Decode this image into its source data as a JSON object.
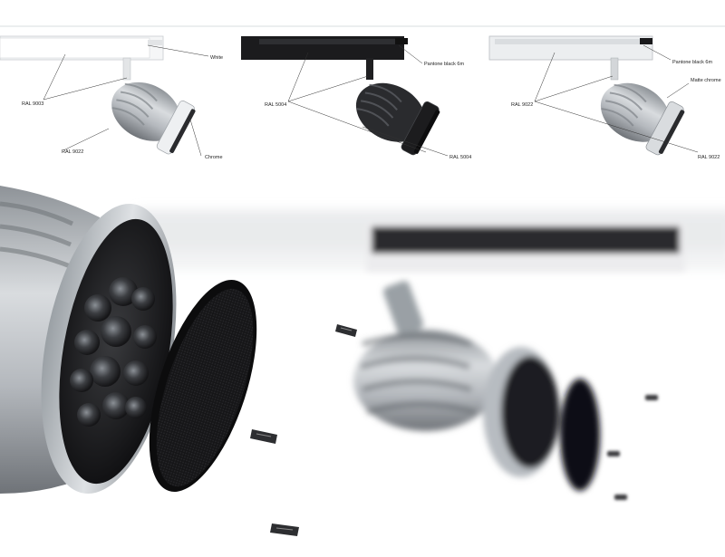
{
  "variants": [
    {
      "rail_color_label": "RAL 9003",
      "body_color_label": "RAL 9022",
      "adapter_color_label": "White",
      "ring_color_label": "Chrome",
      "rail_fill": "#f4f5f6",
      "body_fill": "#cfd3d7",
      "ring_fill": "#e8eaec"
    },
    {
      "rail_color_label": "RAL 5004",
      "body_color_label": "RAL 5004",
      "adapter_color_label": "Pantone black 6m",
      "rail_fill": "#1a1a1c",
      "body_fill": "#2b2c2f",
      "ring_fill": "#1b1b1d"
    },
    {
      "rail_color_label": "RAL 9022",
      "body_color_label": "RAL 9022",
      "adapter_color_label": "Pantone black 6m",
      "ring_color_label": "Matte chrome",
      "rail_fill": "#e9eaec",
      "body_fill": "#c7cbcf",
      "ring_fill": "#d6d9dc"
    }
  ],
  "colors": {
    "background": "#ffffff",
    "aluminium": "#b9bec3",
    "lens_disc": "#1c1c1e",
    "track_dark": "#2a2a2c"
  }
}
